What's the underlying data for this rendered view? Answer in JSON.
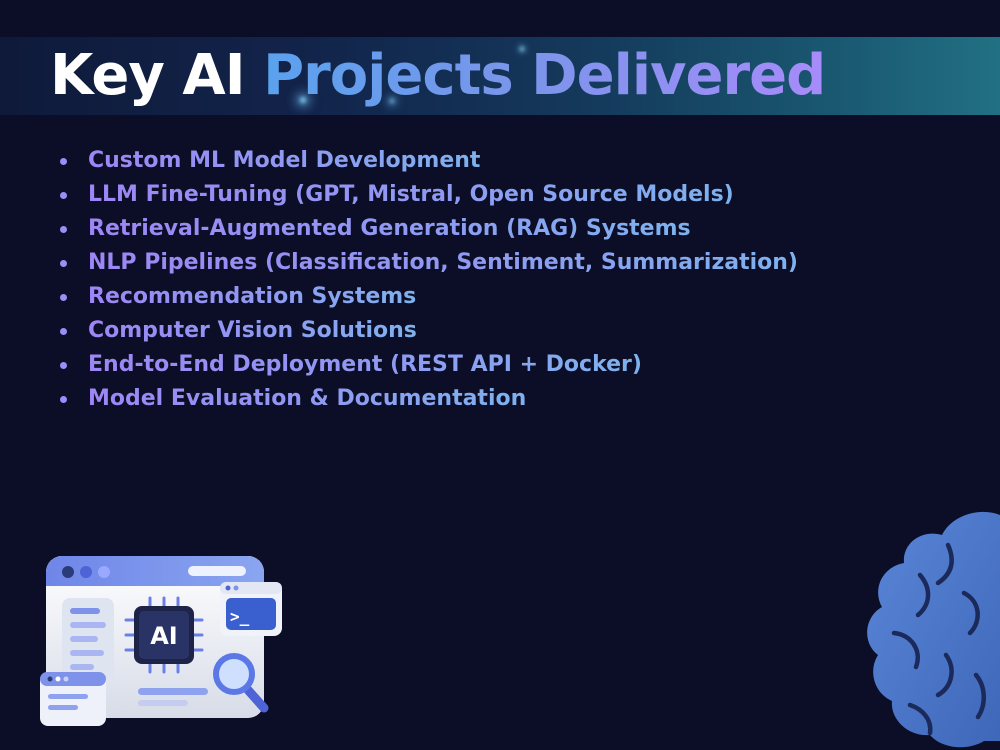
{
  "slide": {
    "title_part1": "Key AI",
    "title_part2": "Projects Delivered",
    "bullets": [
      "Custom ML Model Development",
      "LLM Fine-Tuning (GPT, Mistral, Open Source Models)",
      "Retrieval-Augmented Generation (RAG) Systems",
      "NLP Pipelines (Classification, Sentiment, Summarization)",
      "Recommendation Systems",
      "Computer Vision Solutions",
      "End-to-End Deployment (REST API + Docker)",
      "Model Evaluation & Documentation"
    ],
    "illustration": {
      "chip_label": "AI",
      "terminal_prompt": ">_",
      "icons": [
        "browser-window-icon",
        "ai-chip-icon",
        "terminal-icon",
        "magnifier-icon",
        "brain-icon"
      ]
    },
    "colors": {
      "background": "#0b0e26",
      "title_white": "#ffffff",
      "accent_blue": "#5aa2ee",
      "accent_purple": "#a78bfa",
      "bullet_text": "#9d86f5",
      "brain_blue": "#4a78c8"
    }
  }
}
